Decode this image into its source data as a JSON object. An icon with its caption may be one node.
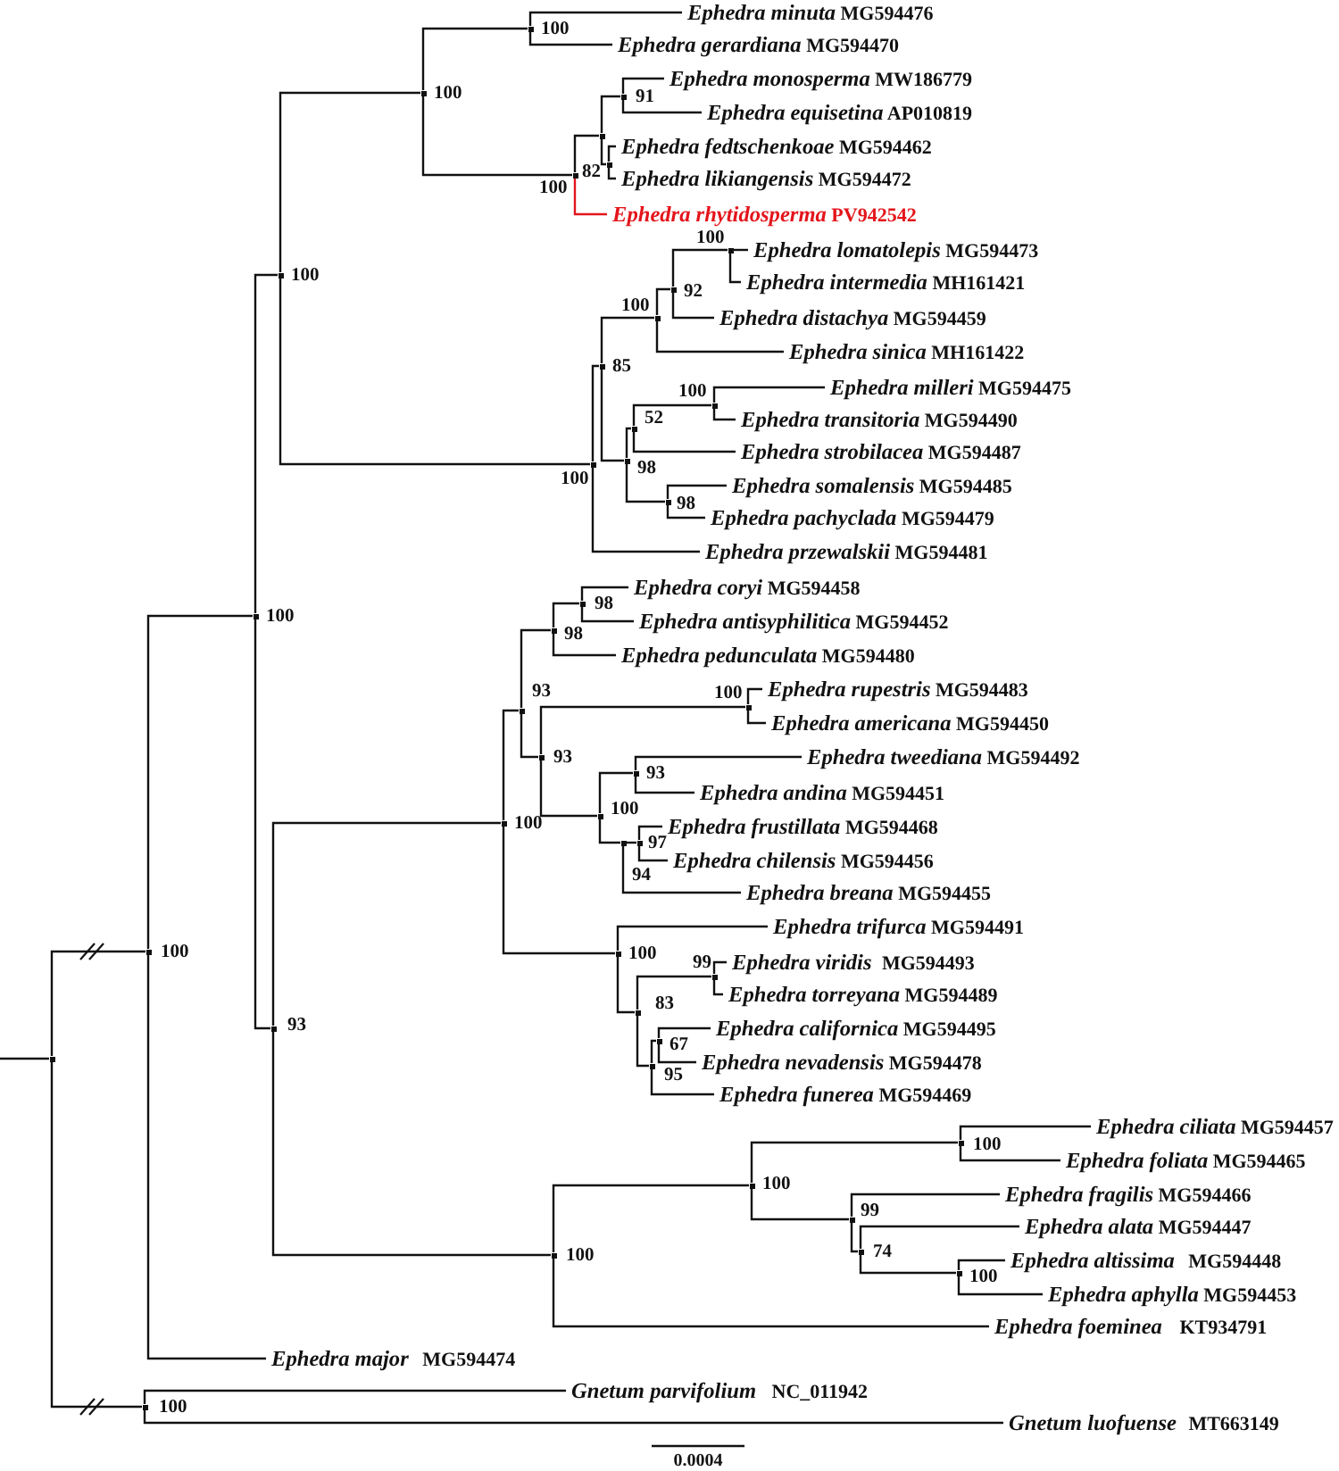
{
  "diagram": {
    "nodes": [
      {
        "text": [
          "*Ephedra minuta* MG594476"
        ]
      },
      {
        "text": [
          "*Ephedra gerardiana* MG594470"
        ]
      },
      {
        "text": [
          "*Ephedra monosperma* MW186779"
        ]
      },
      {
        "text": [
          "*Ephedra equisetina* AP010819"
        ]
      },
      {
        "text": [
          "*Ephedra fedtschenkoae* MG594462"
        ]
      },
      {
        "text": [
          "*Ephedra likiangensis* MG594472"
        ]
      },
      {
        "text": [
          "*Ephedra rhytidosperma* PV942542"
        ]
      },
      {
        "text": [
          "*Ephedra lomatolepis* MG594473"
        ]
      },
      {
        "text": [
          "*Ephedra intermedia* MH161421"
        ]
      },
      {
        "text": [
          "*Ephedra distachya* MG594459"
        ]
      },
      {
        "text": [
          "*Ephedra sinica* MH161422"
        ]
      },
      {
        "text": [
          "*Ephedra milleri* MG594475"
        ]
      },
      {
        "text": [
          "*Ephedra transitoria* MG594490"
        ]
      },
      {
        "text": [
          "*Ephedra strobilacea* MG594487"
        ]
      },
      {
        "text": [
          "*Ephedra somalensis* MG594485"
        ]
      },
      {
        "text": [
          "*Ephedra pachyclada* MG594479"
        ]
      },
      {
        "text": [
          "*Ephedra przewalskii* MG594481"
        ]
      },
      {
        "text": [
          "*Ephedra coryi* MG594458"
        ]
      },
      {
        "text": [
          "*Ephedra antisyphilitica* MG594452"
        ]
      },
      {
        "text": [
          "*Ephedra pedunculata* MG594480"
        ]
      },
      {
        "text": [
          "*Ephedra rupestris* MG594483"
        ]
      },
      {
        "text": [
          "*Ephedra americana* MG594450"
        ]
      },
      {
        "text": [
          "*Ephedra tweediana* MG594492"
        ]
      },
      {
        "text": [
          "*Ephedra andina* MG594451"
        ]
      },
      {
        "text": [
          "*Ephedra frustillata* MG594468"
        ]
      },
      {
        "text": [
          "*Ephedra chilensis* MG594456"
        ]
      },
      {
        "text": [
          "*Ephedra breana* MG594455"
        ]
      },
      {
        "text": [
          "*Ephedra trifurca* MG594491"
        ]
      },
      {
        "text": [
          "*Ephedra viridis* MG594493"
        ]
      },
      {
        "text": [
          "*Ephedra torreyana* MG594489"
        ]
      },
      {
        "text": [
          "*Ephedra californica* MG594495"
        ]
      },
      {
        "text": [
          "*Ephedra nevadensis* MG594478"
        ]
      },
      {
        "text": [
          "*Ephedra funerea* MG594469"
        ]
      },
      {
        "text": [
          "*Ephedra ciliata* MG594457"
        ]
      },
      {
        "text": [
          "*Ephedra foliata* MG594465"
        ]
      },
      {
        "text": [
          "*Ephedra fragilis* MG594466"
        ]
      },
      {
        "text": [
          "*Ephedra alata* MG594447"
        ]
      },
      {
        "text": [
          "*Ephedra altissima* MG594448"
        ]
      },
      {
        "text": [
          "*Ephedra aphylla* MG594453"
        ]
      },
      {
        "text": [
          "*Ephedra foeminea* KT934791"
        ]
      },
      {
        "text": [
          "*Ephedra major* MG594474"
        ]
      },
      {
        "text": [
          "*Gnetum parvifolium* NC_011942"
        ]
      },
      {
        "text": [
          "*Gnetum luofuense* MT663149"
        ]
      },
      {
        "text": [],
        "shape": "dot"
      },
      {
        "text": [],
        "shape": "dot",
        "beside": [
          "100"
        ]
      },
      {
        "text": [],
        "shape": "dot",
        "beside": [
          "100"
        ]
      },
      {
        "text": [],
        "shape": "dot",
        "beside": [
          "100"
        ]
      },
      {
        "text": [],
        "shape": "dot",
        "beside": [
          "100"
        ]
      },
      {
        "text": [],
        "shape": "dot",
        "beside": [
          "100"
        ]
      },
      {
        "text": [],
        "shape": "dot",
        "beside": [
          "100"
        ]
      },
      {
        "text": [],
        "shape": "dot"
      },
      {
        "text": [],
        "shape": "dot",
        "beside": [
          "91"
        ]
      },
      {
        "text": [],
        "shape": "dot",
        "beside": [
          "82"
        ]
      },
      {
        "text": [],
        "shape": "dot",
        "beside": [
          "100"
        ]
      },
      {
        "text": [],
        "shape": "dot",
        "beside": [
          "85"
        ]
      },
      {
        "text": [],
        "shape": "dot",
        "beside": [
          "100"
        ]
      },
      {
        "text": [],
        "shape": "dot",
        "beside": [
          "92"
        ]
      },
      {
        "text": [],
        "shape": "dot",
        "beside": [
          "100"
        ]
      },
      {
        "text": [],
        "shape": "dot",
        "beside": [
          "98"
        ]
      },
      {
        "text": [],
        "shape": "dot",
        "beside": [
          "52"
        ]
      },
      {
        "text": [],
        "shape": "dot",
        "beside": [
          "100"
        ]
      },
      {
        "text": [],
        "shape": "dot",
        "beside": [
          "98"
        ]
      },
      {
        "text": [],
        "shape": "dot",
        "beside": [
          "93"
        ]
      },
      {
        "text": [],
        "shape": "dot",
        "beside": [
          "100"
        ]
      },
      {
        "text": [],
        "shape": "dot",
        "beside": [
          "93"
        ]
      },
      {
        "text": [],
        "shape": "dot",
        "beside": [
          "98"
        ]
      },
      {
        "text": [],
        "shape": "dot",
        "beside": [
          "98"
        ]
      },
      {
        "text": [],
        "shape": "dot",
        "beside": [
          "93"
        ]
      },
      {
        "text": [],
        "shape": "dot",
        "beside": [
          "100"
        ]
      },
      {
        "text": [],
        "shape": "dot",
        "beside": [
          "100"
        ]
      },
      {
        "text": [],
        "shape": "dot",
        "beside": [
          "93"
        ]
      },
      {
        "text": [],
        "shape": "dot",
        "beside": [
          "94"
        ]
      },
      {
        "text": [],
        "shape": "dot",
        "beside": [
          "97"
        ]
      },
      {
        "text": [],
        "shape": "dot",
        "beside": [
          "100"
        ]
      },
      {
        "text": [],
        "shape": "dot",
        "beside": [
          "83"
        ]
      },
      {
        "text": [],
        "shape": "dot",
        "beside": [
          "99"
        ]
      },
      {
        "text": [],
        "shape": "dot",
        "beside": [
          "95"
        ]
      },
      {
        "text": [],
        "shape": "dot",
        "beside": [
          "67"
        ]
      },
      {
        "text": [],
        "shape": "dot",
        "beside": [
          "100"
        ]
      },
      {
        "text": [],
        "shape": "dot",
        "beside": [
          "100"
        ]
      },
      {
        "text": [],
        "shape": "dot",
        "beside": [
          "100"
        ]
      },
      {
        "text": [],
        "shape": "dot",
        "beside": [
          "99"
        ]
      },
      {
        "text": [],
        "shape": "dot",
        "beside": [
          "74"
        ]
      },
      {
        "text": [],
        "shape": "dot",
        "beside": [
          "100"
        ]
      },
      {
        "text": [],
        "shape": "dot",
        "beside": [
          "100"
        ]
      }
    ],
    "edges": [
      {
        "from": null,
        "to": 43,
        "arrow": "none"
      },
      {
        "from": 43,
        "to": 44,
        "arrow": "none"
      },
      {
        "from": 43,
        "to": 84,
        "arrow": "none"
      },
      {
        "from": 44,
        "to": 45,
        "arrow": "none"
      },
      {
        "from": 44,
        "to": 40,
        "arrow": "none"
      },
      {
        "from": 45,
        "to": 46,
        "arrow": "none"
      },
      {
        "from": 45,
        "to": 62,
        "arrow": "none"
      },
      {
        "from": 46,
        "to": 47,
        "arrow": "none"
      },
      {
        "from": 46,
        "to": 53,
        "arrow": "none"
      },
      {
        "from": 47,
        "to": 48,
        "arrow": "none"
      },
      {
        "from": 47,
        "to": 49,
        "arrow": "none"
      },
      {
        "from": 48,
        "to": 0,
        "arrow": "none"
      },
      {
        "from": 48,
        "to": 1,
        "arrow": "none"
      },
      {
        "from": 49,
        "to": 50,
        "arrow": "none"
      },
      {
        "from": 49,
        "to": 6,
        "arrow": "none",
        "color": "#e3151b"
      },
      {
        "from": 50,
        "to": 51,
        "arrow": "none"
      },
      {
        "from": 50,
        "to": 52,
        "arrow": "none"
      },
      {
        "from": 51,
        "to": 2,
        "arrow": "none"
      },
      {
        "from": 51,
        "to": 3,
        "arrow": "none"
      },
      {
        "from": 52,
        "to": 4,
        "arrow": "none"
      },
      {
        "from": 52,
        "to": 5,
        "arrow": "none"
      },
      {
        "from": 53,
        "to": 54,
        "arrow": "none"
      },
      {
        "from": 53,
        "to": 16,
        "arrow": "none"
      },
      {
        "from": 54,
        "to": 55,
        "arrow": "none"
      },
      {
        "from": 54,
        "to": 58,
        "arrow": "none"
      },
      {
        "from": 55,
        "to": 56,
        "arrow": "none"
      },
      {
        "from": 55,
        "to": 10,
        "arrow": "none"
      },
      {
        "from": 56,
        "to": 57,
        "arrow": "none"
      },
      {
        "from": 56,
        "to": 9,
        "arrow": "none"
      },
      {
        "from": 57,
        "to": 7,
        "arrow": "none"
      },
      {
        "from": 57,
        "to": 8,
        "arrow": "none"
      },
      {
        "from": 58,
        "to": 59,
        "arrow": "none"
      },
      {
        "from": 58,
        "to": 61,
        "arrow": "none"
      },
      {
        "from": 59,
        "to": 60,
        "arrow": "none"
      },
      {
        "from": 59,
        "to": 13,
        "arrow": "none"
      },
      {
        "from": 60,
        "to": 11,
        "arrow": "none"
      },
      {
        "from": 60,
        "to": 12,
        "arrow": "none"
      },
      {
        "from": 61,
        "to": 14,
        "arrow": "none"
      },
      {
        "from": 61,
        "to": 15,
        "arrow": "none"
      },
      {
        "from": 62,
        "to": 63,
        "arrow": "none"
      },
      {
        "from": 62,
        "to": 78,
        "arrow": "none"
      },
      {
        "from": 63,
        "to": 64,
        "arrow": "none"
      },
      {
        "from": 63,
        "to": 73,
        "arrow": "none"
      },
      {
        "from": 64,
        "to": 65,
        "arrow": "none"
      },
      {
        "from": 64,
        "to": 67,
        "arrow": "none"
      },
      {
        "from": 65,
        "to": 66,
        "arrow": "none"
      },
      {
        "from": 65,
        "to": 19,
        "arrow": "none"
      },
      {
        "from": 66,
        "to": 17,
        "arrow": "none"
      },
      {
        "from": 66,
        "to": 18,
        "arrow": "none"
      },
      {
        "from": 67,
        "to": 68,
        "arrow": "none"
      },
      {
        "from": 67,
        "to": 69,
        "arrow": "none"
      },
      {
        "from": 68,
        "to": 20,
        "arrow": "none"
      },
      {
        "from": 68,
        "to": 21,
        "arrow": "none"
      },
      {
        "from": 69,
        "to": 70,
        "arrow": "none"
      },
      {
        "from": 69,
        "to": 71,
        "arrow": "none"
      },
      {
        "from": 70,
        "to": 22,
        "arrow": "none"
      },
      {
        "from": 70,
        "to": 23,
        "arrow": "none"
      },
      {
        "from": 71,
        "to": 72,
        "arrow": "none"
      },
      {
        "from": 71,
        "to": 26,
        "arrow": "none"
      },
      {
        "from": 72,
        "to": 24,
        "arrow": "none"
      },
      {
        "from": 72,
        "to": 25,
        "arrow": "none"
      },
      {
        "from": 73,
        "to": 27,
        "arrow": "none"
      },
      {
        "from": 73,
        "to": 74,
        "arrow": "none"
      },
      {
        "from": 74,
        "to": 75,
        "arrow": "none"
      },
      {
        "from": 74,
        "to": 76,
        "arrow": "none"
      },
      {
        "from": 75,
        "to": 28,
        "arrow": "none"
      },
      {
        "from": 75,
        "to": 29,
        "arrow": "none"
      },
      {
        "from": 76,
        "to": 77,
        "arrow": "none"
      },
      {
        "from": 76,
        "to": 32,
        "arrow": "none"
      },
      {
        "from": 77,
        "to": 30,
        "arrow": "none"
      },
      {
        "from": 77,
        "to": 31,
        "arrow": "none"
      },
      {
        "from": 78,
        "to": 79,
        "arrow": "none"
      },
      {
        "from": 78,
        "to": 39,
        "arrow": "none"
      },
      {
        "from": 79,
        "to": 80,
        "arrow": "none"
      },
      {
        "from": 79,
        "to": 81,
        "arrow": "none"
      },
      {
        "from": 80,
        "to": 33,
        "arrow": "none"
      },
      {
        "from": 80,
        "to": 34,
        "arrow": "none"
      },
      {
        "from": 81,
        "to": 35,
        "arrow": "none"
      },
      {
        "from": 81,
        "to": 82,
        "arrow": "none"
      },
      {
        "from": 82,
        "to": 36,
        "arrow": "none"
      },
      {
        "from": 82,
        "to": 83,
        "arrow": "none"
      },
      {
        "from": 83,
        "to": 37,
        "arrow": "none"
      },
      {
        "from": 83,
        "to": 38,
        "arrow": "none"
      },
      {
        "from": 84,
        "to": 41,
        "arrow": "none"
      },
      {
        "from": 84,
        "to": 42,
        "arrow": "none"
      }
    ],
    "labels": [
      "0.0004"
    ]
  }
}
